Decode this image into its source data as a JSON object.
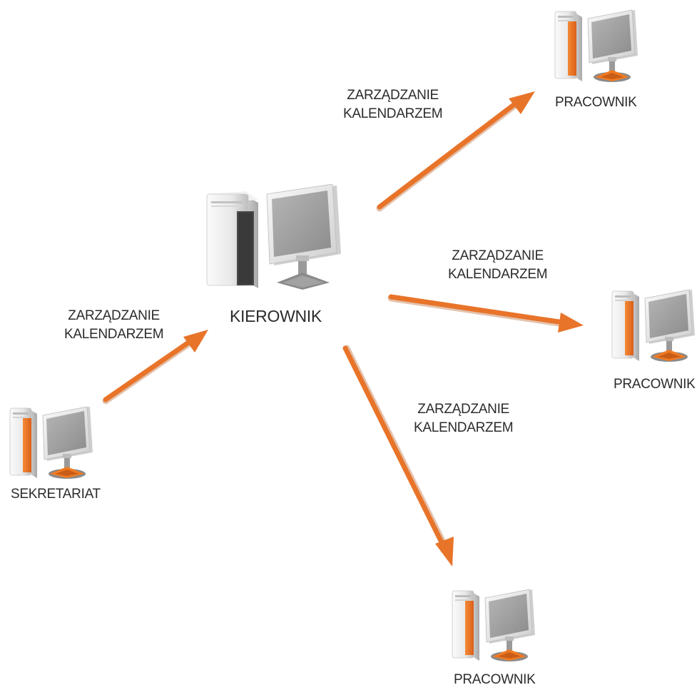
{
  "nodes": {
    "manager": {
      "label": "KIEROWNIK"
    },
    "secretariat": {
      "label": "SEKRETARIAT"
    },
    "worker_top": {
      "label": "PRACOWNIK"
    },
    "worker_right": {
      "label": "PRACOWNIK"
    },
    "worker_bottom": {
      "label": "PRACOWNIK"
    }
  },
  "edges": {
    "secretariat_to_manager": {
      "line1": "ZARZĄDZANIE",
      "line2": "KALENDARZEM"
    },
    "manager_to_worker_top": {
      "line1": "ZARZĄDZANIE",
      "line2": "KALENDARZEM"
    },
    "manager_to_worker_right": {
      "line1": "ZARZĄDZANIE",
      "line2": "KALENDARZEM"
    },
    "manager_to_worker_bottom": {
      "line1": "ZARZĄDZANIE",
      "line2": "KALENDARZEM"
    }
  },
  "colors": {
    "arrow": "#e8742a",
    "arrow_dark": "#b5561a",
    "accent": "#f07a22",
    "case_light": "#f4f4f4",
    "case_mid": "#d8d8d8",
    "screen": "#9b9b9b"
  },
  "icons": {
    "computer": "desktop-computer-icon",
    "arrow": "arrow-icon"
  }
}
